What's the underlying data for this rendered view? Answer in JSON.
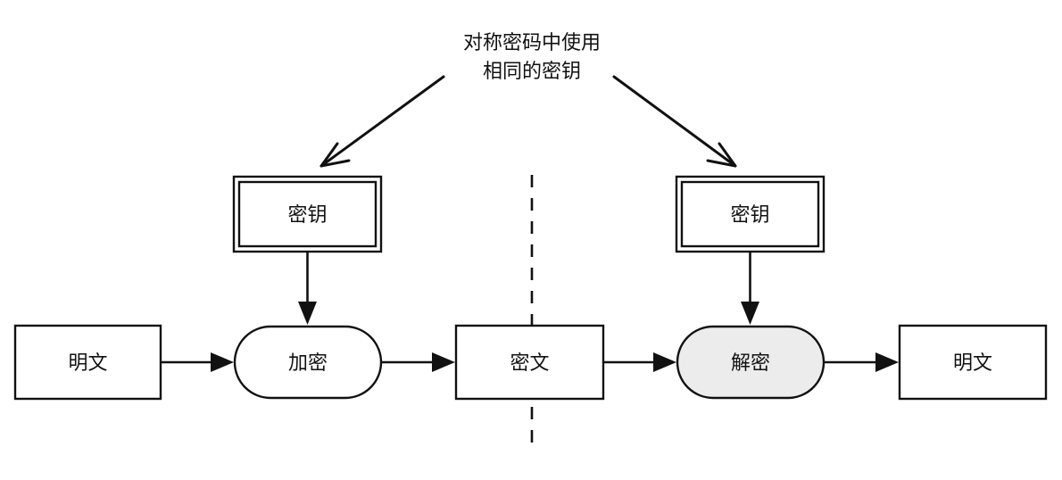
{
  "caption": {
    "line1": "对称密码中使用",
    "line2": "相同的密钥"
  },
  "nodes": {
    "key_left": "密钥",
    "key_right": "密钥",
    "plaintext_left": "明文",
    "encrypt": "加密",
    "ciphertext": "密文",
    "decrypt": "解密",
    "plaintext_right": "明文"
  }
}
